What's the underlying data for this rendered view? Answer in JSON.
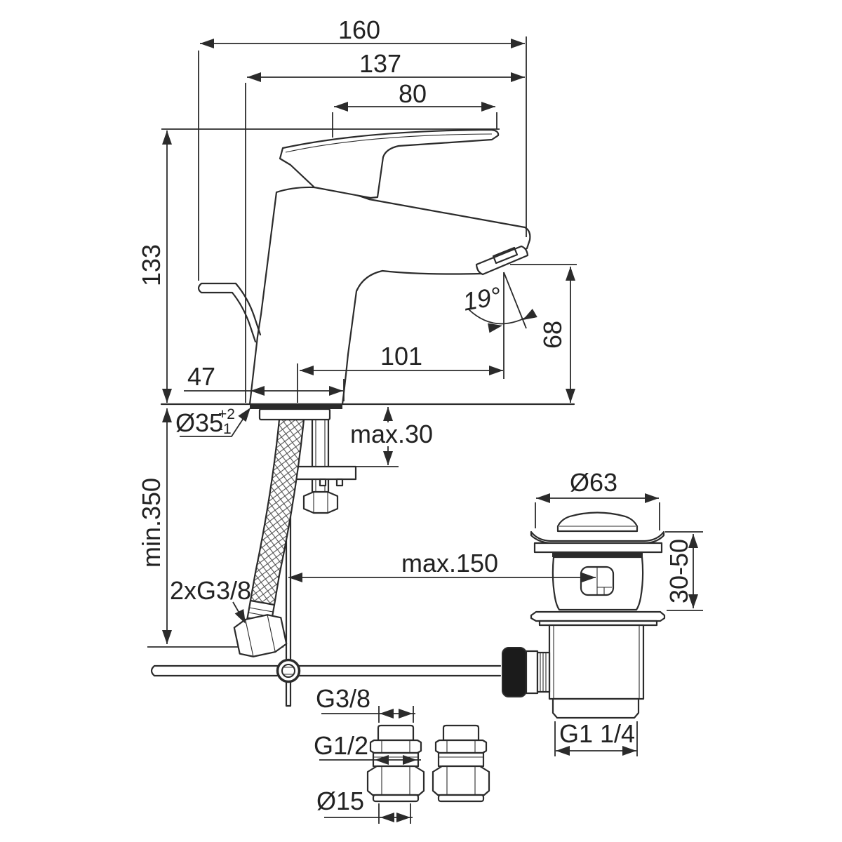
{
  "drawing": {
    "type": "technical-dimension-drawing",
    "subject": "basin mixer with pop-up waste and compression fittings",
    "colors": {
      "background": "#ffffff",
      "line": "#2b2b2b",
      "text": "#222222",
      "gasket_fill": "#2b2b2b",
      "knob_fill": "#1b1b1b"
    },
    "dimensions": {
      "overall_projection": "160",
      "spout_projection": "137",
      "handle_length": "80",
      "body_height": "133",
      "base_width": "47",
      "hole_diameter": "Ø35",
      "hole_tolerance_plus": "+2",
      "hole_tolerance_minus": "-1",
      "deck_max_thickness": "max.30",
      "hose_min_length": "min.350",
      "supply_connections": "2xG3/8",
      "outlet_reach": "101",
      "outlet_height": "68",
      "spout_angle": "19°",
      "rod_max_offset": "max.150",
      "waste_flange_diameter": "Ø63",
      "waste_deck_range": "30-50",
      "waste_outlet_thread": "G1 1/4",
      "adapter_top_thread": "G3/8",
      "adapter_mid_thread": "G1/2",
      "adapter_pipe_diameter": "Ø15"
    }
  }
}
